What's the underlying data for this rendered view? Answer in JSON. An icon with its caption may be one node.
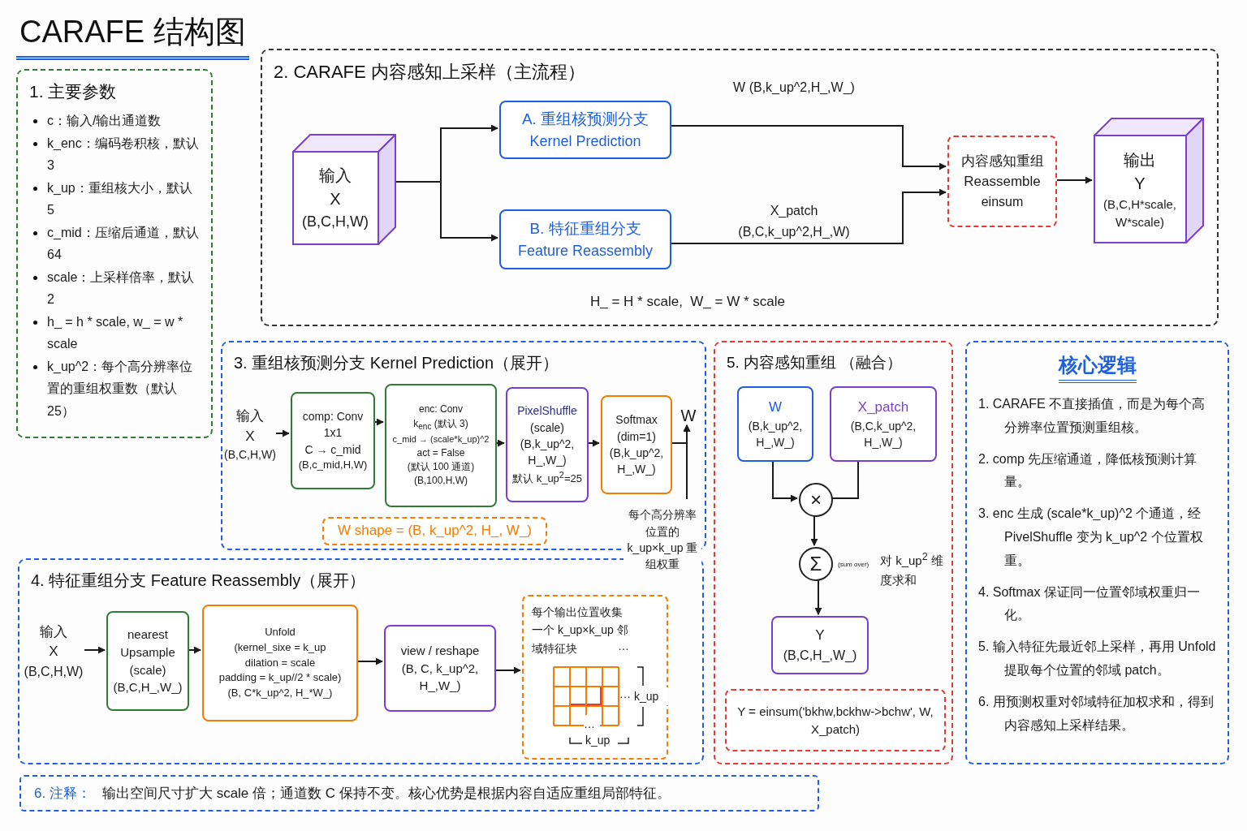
{
  "diagram": {
    "title": "CARAFE 结构图",
    "nodes": [
      {
        "text": [
          "1. 主要参数",
          "c：输入/输出通道数",
          "k_enc：编码卷积核，默认 3",
          "k_up：重组核大小，默认 5",
          "c_mid：压缩后通道，默认 64",
          "scale：上采样倍率，默认 2",
          "h_ = h * scale, w_ = w * scale",
          "k_up^2：每个高分辨率位置的重组权重数（默认 25）"
        ]
      },
      {
        "text": [
          "2. CARAFE 内容感知上采样（主流程）"
        ]
      },
      {
        "text": [
          "输入",
          "X",
          "(B,C,H,W)"
        ],
        "in": 1
      },
      {
        "text": [
          "A. 重组核预测分支",
          "Kernel Prediction"
        ],
        "in": 1
      },
      {
        "text": [
          "B. 特征重组分支",
          "Feature Reassembly"
        ],
        "in": 1
      },
      {
        "text": [
          "内容感知重组",
          "Reassemble",
          "einsum"
        ],
        "in": 1
      },
      {
        "text": [
          "输出",
          "Y",
          "(B,C,H*scale, W*scale)"
        ],
        "in": 1
      },
      {
        "text": [
          "3. 重组核预测分支 Kernel Prediction（展开）"
        ]
      },
      {
        "text": [
          "输入",
          "X",
          "(B,C,H,W)"
        ],
        "in": 7
      },
      {
        "text": [
          "comp: Conv",
          "1x1",
          "C → c_mid",
          "(B,c_mid,H,W)"
        ],
        "in": 7
      },
      {
        "text": [
          "enc: Conv",
          "k$_{enc}$ (默认 3)",
          "c_mid → (scale*k_up)^2",
          "act = False",
          "(默认 100 通道)",
          "(B,100,H,W)"
        ],
        "in": 7
      },
      {
        "text": [
          "PixelShuffle",
          "(scale)",
          "(B,k_up^2, H_,W_)",
          "默认 k_up$^{2}$=25"
        ],
        "in": 7
      },
      {
        "text": [
          "Softmax",
          "(dim=1)",
          "(B,k_up^2, H_,W_)"
        ],
        "in": 7
      },
      {
        "text": [
          "W"
        ],
        "in": 7
      },
      {
        "text": [
          "每个高分辨率位置的 k_up×k_up 重组权重"
        ]
      },
      {
        "text": [
          "W shape = (B, k_up^2, H_, W_)"
        ],
        "in": 7
      },
      {
        "text": [
          "4. 特征重组分支 Feature Reassembly（展开）"
        ]
      },
      {
        "text": [
          "输入",
          "X",
          "(B,C,H,W)"
        ],
        "in": 16
      },
      {
        "text": [
          "nearest",
          "Upsample",
          "(scale)",
          "(B,C,H_,W_)"
        ],
        "in": 16
      },
      {
        "text": [
          "Unfold",
          "(kernel_sixe = k_up",
          "dilation = scale",
          "padding = k_up//2 * scale)",
          "(B, C*k_up^2, H_*W_)"
        ],
        "in": 16
      },
      {
        "text": [
          "view / reshape",
          "(B, C, k_up^2, H_,W_)"
        ],
        "in": 16
      },
      {
        "text": [
          "每个输出位置收集一个 k_up×k_up 邻域特征块",
          "…",
          "··· k_up",
          "…",
          "k_up"
        ],
        "in": 16
      },
      {
        "text": [
          "5. 内容感知重组 （融合）"
        ]
      },
      {
        "text": [
          "W",
          "(B,k_up^2, H_,W_)"
        ],
        "in": 22
      },
      {
        "text": [
          "X_patch",
          "(B,C,k_up^2, H_,W_)"
        ],
        "in": 22
      },
      {
        "text": [
          "×"
        ],
        "in": 22
      },
      {
        "text": [
          "Σ"
        ],
        "in": 22,
        "beside": [
          "(sum over)",
          "对 k_up$^{2}$ 维度求和"
        ]
      },
      {
        "text": [
          "Y",
          "(B,C,H_,W_)"
        ],
        "in": 22
      },
      {
        "text": [
          "Y = einsum('bkhw,bckhw->bchw', W, X_patch)"
        ],
        "in": 22
      },
      {
        "text": [
          "核心逻辑",
          "1. CARAFE 不直接插值，而是为每个高分辨率位置预测重组核。",
          "2. comp 先压缩通道，降低核预测计算量。",
          "3. enc 生成 (scale*k_up)^2 个通道，经 PivelShuffle 变为 k_up^2 个位置权重。",
          "4. Softmax 保证同一位置邻域权重归一化。",
          "5. 输入特征先最近邻上采样，再用 Unfold 提取每个位置的邻域 patch。",
          "6. 用预测权重对邻域特征加权求和，得到内容感知上采样结果。"
        ]
      },
      {
        "text": [
          "6. 注释：",
          "输出空间尺寸扩大 scale 倍；通道数 C 保持不变。核心优势是根据内容自适应重组局部特征。"
        ]
      }
    ],
    "edges": [
      {
        "from": 2,
        "to": 3,
        "arrow": "to"
      },
      {
        "from": 2,
        "to": 4,
        "arrow": "to"
      },
      {
        "from": 3,
        "to": 5,
        "arrow": "to",
        "label": "W (B,k_up^2,H_,W_)"
      },
      {
        "from": 4,
        "to": 5,
        "arrow": "to",
        "label": "X_patch (B,C,k_up^2,H_,W)"
      },
      {
        "from": 5,
        "to": 6,
        "arrow": "to"
      },
      {
        "from": 8,
        "to": 9,
        "arrow": "to"
      },
      {
        "from": 9,
        "to": 10,
        "arrow": "to"
      },
      {
        "from": 10,
        "to": 11,
        "arrow": "to"
      },
      {
        "from": 11,
        "to": 12,
        "arrow": "to"
      },
      {
        "from": 12,
        "to": 13,
        "arrow": "to"
      },
      {
        "from": 14,
        "to": 13,
        "arrow": "to"
      },
      {
        "from": 17,
        "to": 18,
        "arrow": "to"
      },
      {
        "from": 18,
        "to": 19,
        "arrow": "to"
      },
      {
        "from": 19,
        "to": 20,
        "arrow": "to"
      },
      {
        "from": 20,
        "to": 21,
        "arrow": "to"
      },
      {
        "from": 23,
        "to": 25,
        "arrow": "to"
      },
      {
        "from": 24,
        "to": 25,
        "arrow": "none"
      },
      {
        "from": 25,
        "to": 26,
        "arrow": "to"
      },
      {
        "from": 26,
        "to": 27,
        "arrow": "to"
      }
    ],
    "labels": [
      "H_ = H * scale,  W_ = W * scale"
    ]
  }
}
